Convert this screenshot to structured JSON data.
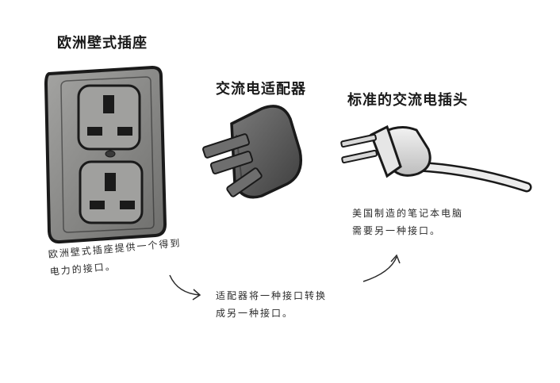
{
  "labels": {
    "outlet": "欧洲壁式插座",
    "adapter": "交流电适配器",
    "plug": "标准的交流电插头"
  },
  "notes": {
    "outlet_line1": "欧洲壁式插座提供一个得到",
    "outlet_line2": "电力的接口。",
    "adapter_line1": "适配器将一种接口转换",
    "adapter_line2": "成另一种接口。",
    "plug_line1": "美国制造的笔记本电脑",
    "plug_line2": "需要另一种接口。"
  },
  "colors": {
    "ink": "#1a1a1a",
    "socket_body": "#8a8a88",
    "adapter_body": "#5c5c5c",
    "cable": "#ececec"
  }
}
